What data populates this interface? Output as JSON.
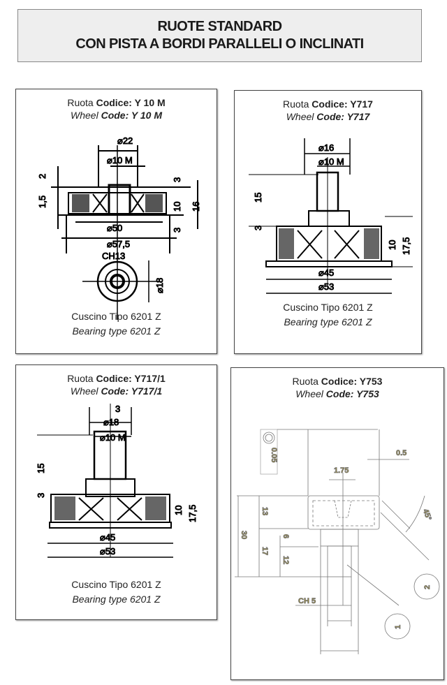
{
  "header": {
    "line1": "RUOTE STANDARD",
    "line2": "CON PISTA A BORDI PARALLELI O INCLINATI"
  },
  "panels": [
    {
      "ruota": "Ruota ",
      "codice_label": "Codice: ",
      "code": "Y 10 M",
      "wheel": "Wheel ",
      "code_label": "Code: ",
      "bearing_it": "Cuscino Tipo 6201 Z",
      "bearing_en": "Bearing type 6201 Z",
      "dims": {
        "d22": "⌀22",
        "d10m": "⌀10 M",
        "h2": "2",
        "h15": "1,5",
        "h3a": "3",
        "h10": "10",
        "h16": "16",
        "h3b": "3",
        "d50": "⌀50",
        "d575": "⌀57,5",
        "ch13": "CH13",
        "d18": "⌀18"
      }
    },
    {
      "ruota": "Ruota ",
      "codice_label": "Codice: ",
      "code": "Y717",
      "wheel": "Wheel ",
      "code_label": "Code: ",
      "bearing_it": "Cuscino Tipo 6201 Z",
      "bearing_en": "Bearing type 6201 Z",
      "dims": {
        "d16": "⌀16",
        "d10m": "⌀10 M",
        "h15": "15",
        "h3": "3",
        "h10": "10",
        "h175": "17,5",
        "d45": "⌀45",
        "d53": "⌀53"
      }
    },
    {
      "ruota": "Ruota ",
      "codice_label": "Codice: ",
      "code": "Y717/1",
      "wheel": "Wheel ",
      "code_label": "Code: ",
      "bearing_it": "Cuscino Tipo 6201 Z",
      "bearing_en": "Bearing type 6201 Z",
      "dims": {
        "w3": "3",
        "d18": "⌀18",
        "d10m": "⌀10 M",
        "h15": "15",
        "h3": "3",
        "h10": "10",
        "h175": "17,5",
        "d45": "⌀45",
        "d53": "⌀53"
      }
    },
    {
      "ruota": "Ruota ",
      "codice_label": "Codice: ",
      "code": "Y753",
      "wheel": "Wheel ",
      "code_label": "Code: ",
      "dims": {
        "tol": "0.05",
        "w05": "0.5",
        "w175": "1.75",
        "h13": "13",
        "h30": "30",
        "h6": "6",
        "h17": "17",
        "h12": "12",
        "ang": "45°",
        "ch5": "CH 5",
        "c1": "1",
        "c2": "2"
      }
    }
  ]
}
